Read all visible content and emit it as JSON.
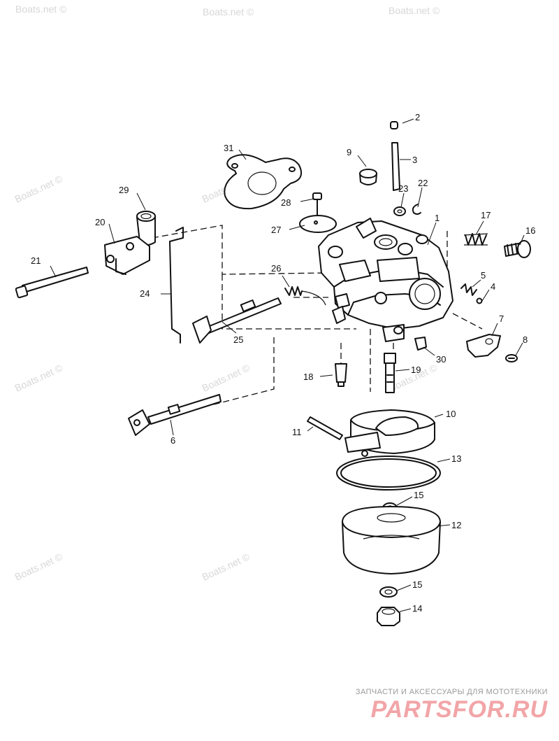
{
  "diagram": {
    "type": "exploded-parts-view",
    "part_numbers": [
      "2",
      "3",
      "9",
      "22",
      "23",
      "31",
      "29",
      "28",
      "27",
      "1",
      "20",
      "17",
      "16",
      "21",
      "26",
      "5",
      "4",
      "24",
      "7",
      "25",
      "8",
      "30",
      "19",
      "18",
      "10",
      "11",
      "6",
      "13",
      "15",
      "12",
      "15",
      "14"
    ]
  },
  "watermarks": [
    "Boats.net ©",
    "Boats.net ©",
    "Boats.net ©",
    "Boats.net ©",
    "Boats.net ©",
    "Boats.net ©",
    "Boats.net ©",
    "Boats.net ©",
    "Boats.net ©",
    "Boats.net ©"
  ],
  "brand": {
    "tagline": "ЗАПЧАСТИ И АКСЕССУАРЫ ДЛЯ МОТОТЕХНИКИ",
    "logo": "PARTSFOR.RU"
  }
}
